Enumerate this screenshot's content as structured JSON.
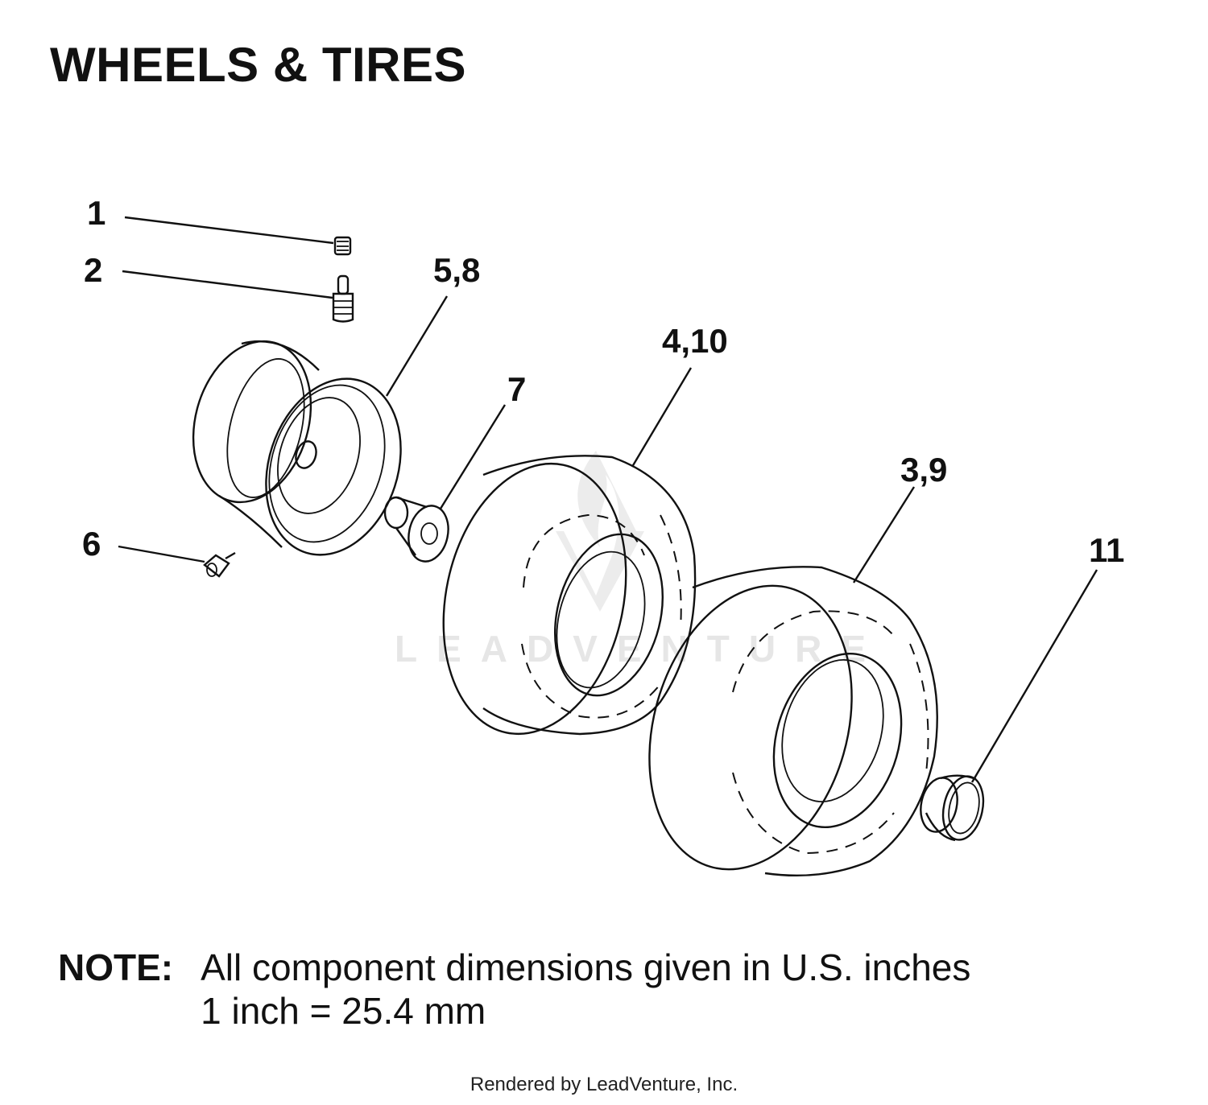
{
  "title": "WHEELS & TIRES",
  "callouts": {
    "c1": "1",
    "c2": "2",
    "c58": "5,8",
    "c7": "7",
    "c410": "4,10",
    "c39": "3,9",
    "c11": "11",
    "c6": "6"
  },
  "watermark": "LEADVENTURE",
  "note": {
    "label": "NOTE:",
    "line1": "All component dimensions given in U.S. inches",
    "line2": "1 inch = 25.4 mm"
  },
  "footer": "Rendered by LeadVenture, Inc."
}
